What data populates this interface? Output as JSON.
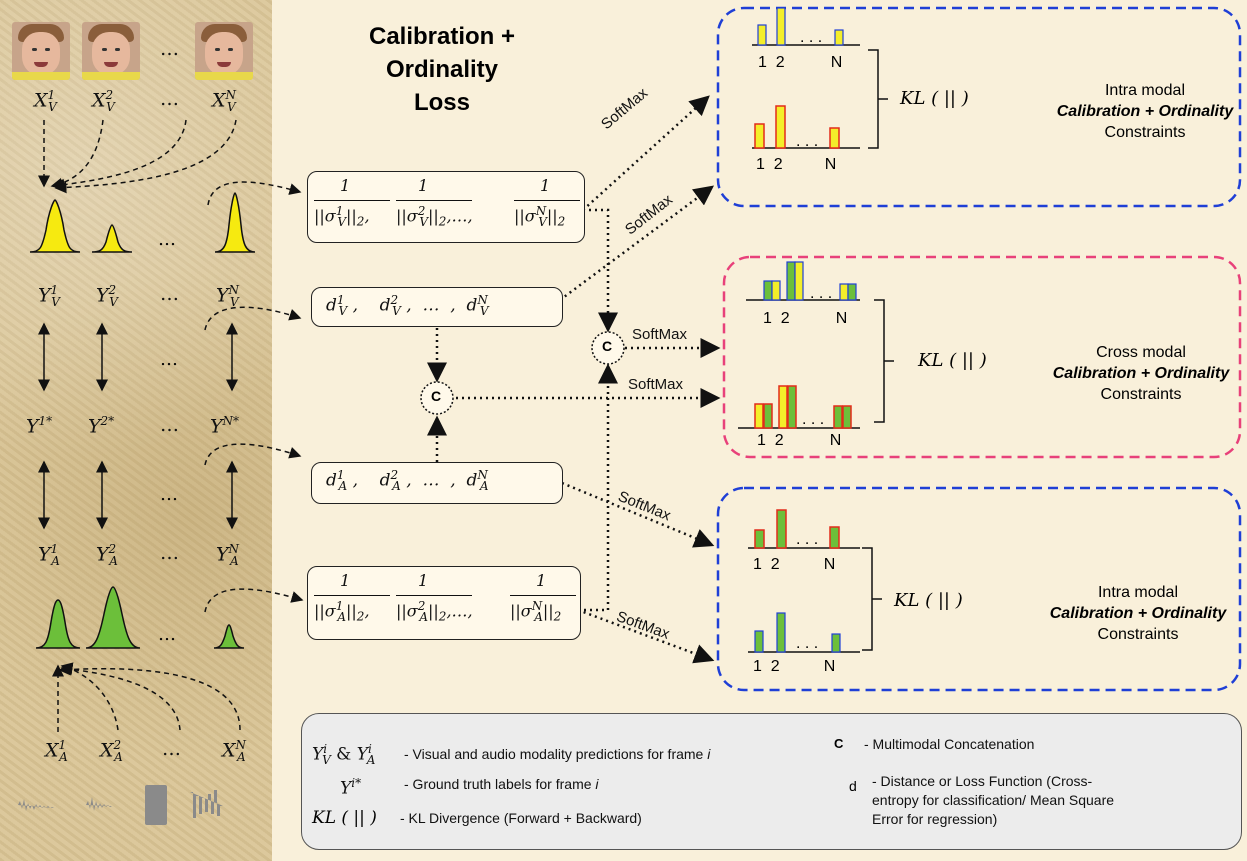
{
  "title_lines": [
    "Calibration +",
    "Ordinality",
    "Loss"
  ],
  "ellipsis": "…",
  "left_column": {
    "visual_inputs": [
      "X",
      "X",
      "X"
    ],
    "input_sup": [
      "1",
      "2",
      "N"
    ],
    "visual_sub": "V",
    "audio_sub": "A",
    "pred_letter": "Y",
    "gt_sup": [
      "1*",
      "2*",
      "N*"
    ]
  },
  "boxes": {
    "sigma_v": {
      "num": "1",
      "den_sup": [
        "1",
        "2",
        "N"
      ],
      "sub": "V"
    },
    "d_v": {
      "letter": "d",
      "sup": [
        "1",
        "2",
        "N"
      ],
      "sub": "V",
      "sep": ","
    },
    "d_a": {
      "letter": "d",
      "sup": [
        "1",
        "2",
        "N"
      ],
      "sub": "A",
      "sep": ","
    },
    "sigma_a": {
      "num": "1",
      "den_sup": [
        "1",
        "2",
        "N"
      ],
      "sub": "A"
    }
  },
  "concat_label": "C",
  "softmax_label": "SoftMax",
  "panels": [
    {
      "line1": "Intra modal",
      "line2": "Calibration + Ordinality",
      "line3": "Constraints",
      "border": "#1f3fd6",
      "hist_colors": [
        "#f4ee2a",
        "#f4ee2a"
      ],
      "hist2_colors": [
        "#f4ee2a",
        "#f4ee2a"
      ],
      "hist2_border": "#e32b1a"
    },
    {
      "line1": "Cross modal",
      "line2": "Calibration + Ordinality",
      "line3": "Constraints",
      "border": "#e8417a"
    },
    {
      "line1": "Intra modal",
      "line2": "Calibration + Ordinality",
      "line3": "Constraints",
      "border": "#1f3fd6"
    }
  ],
  "hist_ticks": [
    "1",
    "2",
    "N"
  ],
  "kl_text": "KL ( || )",
  "legend": {
    "pred_desc": "- Visual and audio modality predictions for frame ",
    "pred_frame": "i",
    "gt_desc": "- Ground truth labels for frame ",
    "gt_frame": "i",
    "kl_desc": "- KL Divergence (Forward + Backward)",
    "concat_desc": "- Multimodal Concatenation",
    "dist_letter": "d",
    "dist_desc_lines": [
      "- Distance or Loss Function (Cross-",
      "entropy for classification/ Mean Square",
      "Error for regression)"
    ],
    "amp": "&",
    "i_sup": "i",
    "istar_sup": "i*"
  },
  "colors": {
    "yellow": "#f4ee2a",
    "green": "#6cbf3a",
    "red": "#e32b1a",
    "blue_dash": "#1f3fd6",
    "pink_dash": "#e8417a"
  }
}
